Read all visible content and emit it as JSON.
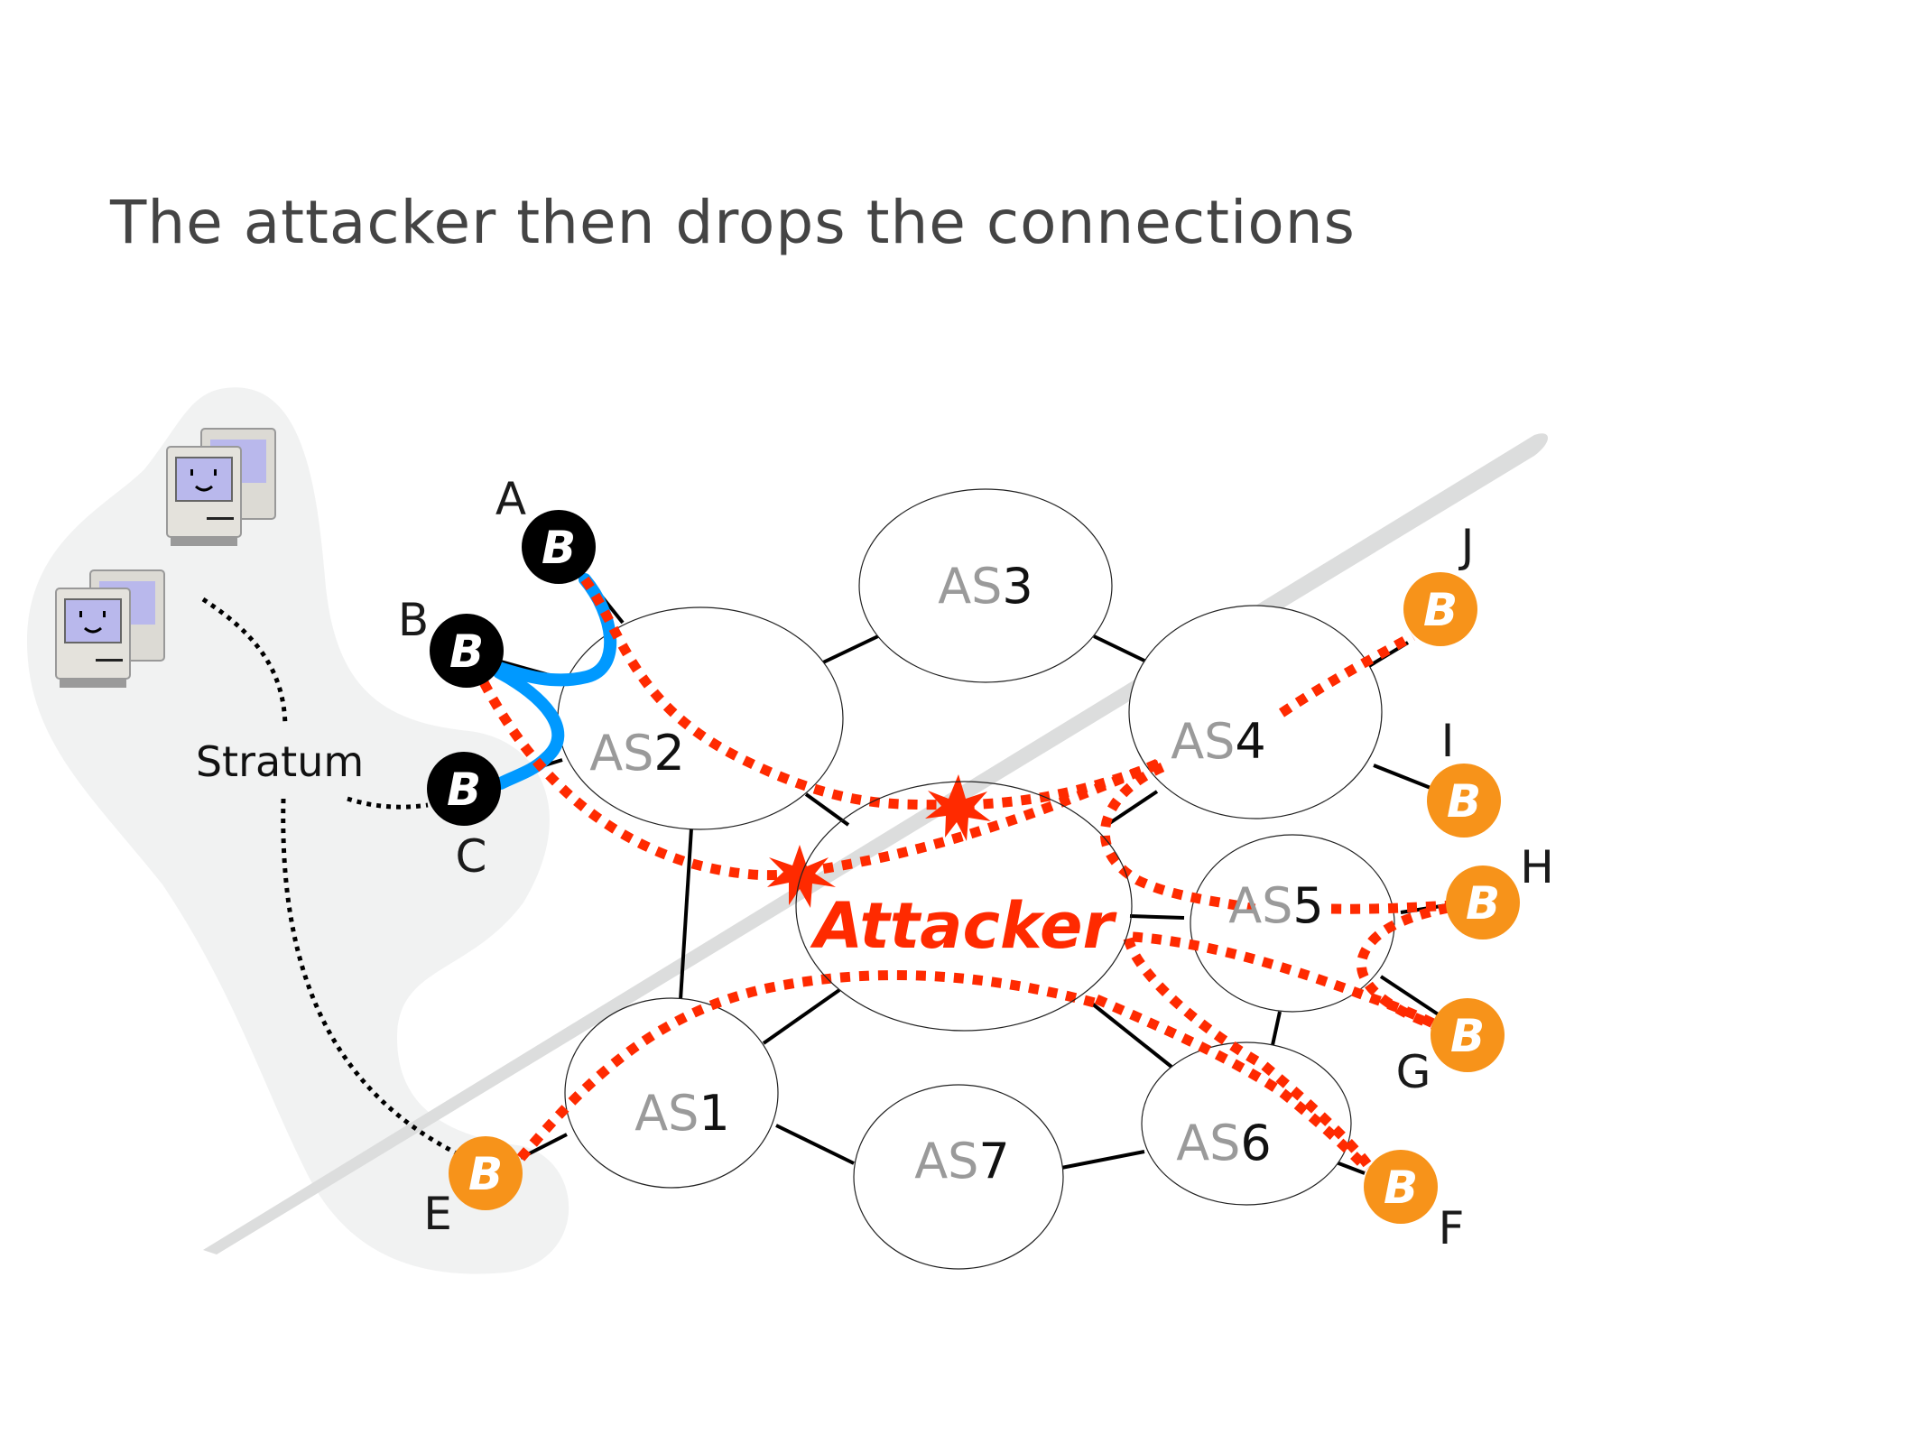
{
  "title": "The attacker then drops the connections",
  "colors": {
    "attack_path": "#ff2a00",
    "blue_link": "#0099ff",
    "btc_orange": "#f7931a",
    "btc_black": "#000000",
    "cloud": "#f1f2f2",
    "band": "#dcdddd",
    "title_text": "#444444"
  },
  "stratum_label": "Stratum",
  "attacker_label": "Attacker",
  "as_nodes": [
    {
      "id": "AS1",
      "prefix": "AS",
      "num": "1"
    },
    {
      "id": "AS2",
      "prefix": "AS",
      "num": "2"
    },
    {
      "id": "AS3",
      "prefix": "AS",
      "num": "3"
    },
    {
      "id": "AS4",
      "prefix": "AS",
      "num": "4"
    },
    {
      "id": "AS5",
      "prefix": "AS",
      "num": "5"
    },
    {
      "id": "AS6",
      "prefix": "AS",
      "num": "6"
    },
    {
      "id": "AS7",
      "prefix": "AS",
      "num": "7"
    }
  ],
  "bitcoin_nodes": [
    {
      "label": "A",
      "style": "black",
      "as": "AS2"
    },
    {
      "label": "B",
      "style": "black",
      "as": "AS2"
    },
    {
      "label": "C",
      "style": "black",
      "as": "AS2"
    },
    {
      "label": "E",
      "style": "orange",
      "as": "AS1"
    },
    {
      "label": "F",
      "style": "orange",
      "as": "AS6"
    },
    {
      "label": "G",
      "style": "orange",
      "as": "AS5"
    },
    {
      "label": "H",
      "style": "orange",
      "as": "AS5"
    },
    {
      "label": "I",
      "style": "orange",
      "as": "AS4"
    },
    {
      "label": "J",
      "style": "orange",
      "as": "AS4"
    }
  ],
  "btc_glyph": "B",
  "mining_pool_icons": [
    {
      "icon": "classic-mac-computer-icon"
    },
    {
      "icon": "classic-mac-computer-icon"
    }
  ],
  "dropped_connection_markers": [
    {
      "icon": "explosion-star-icon",
      "between": "B-C path"
    },
    {
      "icon": "explosion-star-icon",
      "between": "A path"
    }
  ]
}
